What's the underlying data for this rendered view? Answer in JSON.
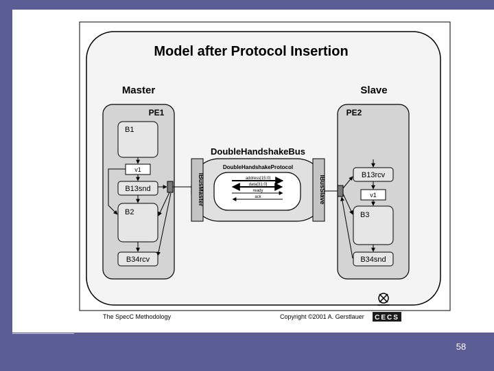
{
  "slide": {
    "page_number": "58"
  },
  "figure": {
    "title": "Model after Protocol Insertion",
    "master_label": "Master",
    "slave_label": "Slave",
    "pe1": {
      "label": "PE1",
      "blocks": [
        "B1",
        "v1",
        "B13snd",
        "B2",
        "B34rcv"
      ]
    },
    "pe2": {
      "label": "PE2",
      "blocks": [
        "B13rcv",
        "v1",
        "B3",
        "B34snd"
      ]
    },
    "bus": {
      "label": "DoubleHandshakeBus",
      "protocol_label": "DoubleHandshakeProtocol",
      "master_interface": "IBusMaster",
      "slave_interface": "IBusSlave",
      "signals": [
        "address[15:0]",
        "data[31:0]",
        "ready",
        "ack"
      ]
    },
    "footer_left": "The SpecC Methodology",
    "footer_right": "Copyright ©2001 A. Gerstlauer",
    "logo_text": "CECS"
  },
  "colors": {
    "background": "#5b5e94",
    "pe_fill": "#d4d4d4",
    "block_fill": "#e6e6e6",
    "port_fill": "#7a7a7a"
  }
}
